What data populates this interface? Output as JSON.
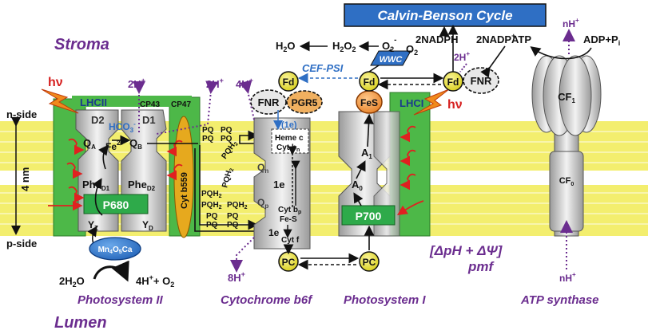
{
  "regions": {
    "stroma": "Stroma",
    "lumen": "Lumen",
    "n_side": "n-side",
    "p_side": "p-side",
    "thickness": "4 nm"
  },
  "calvin": "Calvin-Benson Cycle",
  "psii": {
    "title": "Photosystem II",
    "lhcii": "LHCII",
    "cp43": "CP43",
    "cp47": "CP47",
    "d2": "D2",
    "d1": "D1",
    "hco3": "HCO",
    "hco3_sub": "3",
    "hco3_sup": "-",
    "qa": "Q",
    "qa_sub": "A",
    "fe": "Fe",
    "fe_sup": "2+",
    "qb": "Q",
    "qb_sub": "B",
    "phe1": "Phe",
    "phe1_sub": "D1",
    "phe2": "Phe",
    "phe2_sub": "D2",
    "p680": "P680",
    "yz": "Y",
    "yz_sub": "Z",
    "yd": "Y",
    "yd_sub": "D",
    "cyt": "Cyt b559",
    "mn": "Mn",
    "mn_sub1": "4",
    "mn_o": "O",
    "mn_sub2": "5",
    "mn_ca": "Ca",
    "h2o": "2H",
    "h2o_sub": "2",
    "h2o_end": "O",
    "product": "4H",
    "product_sup": "+",
    "product_o": "+ O",
    "product_sub": "2",
    "hv": "hν",
    "h_top": "2H",
    "h_top_sup": "+"
  },
  "pq": {
    "pq": "PQ",
    "pqh2": "PQH",
    "pqh2_sub": "2",
    "h_top": "2H",
    "h_top_sup": "+"
  },
  "b6f": {
    "title": "Cytochrome b6f",
    "h_top": "4H",
    "h_top_sup": "+",
    "h_bottom": "8H",
    "h_bottom_sup": "+",
    "fnr": "FNR",
    "pgr5": "PGR5",
    "one_e_blue": "(1e)",
    "heme": "Heme c",
    "cytbn": "Cyt b",
    "cytbn_sub": "n",
    "qn": "Q",
    "qn_sub": "n",
    "qp": "Q",
    "qp_sub": "p",
    "one_e": "1e",
    "cytbp": "Cyt b",
    "cytbp_sub": "p",
    "fes": "Fe-S",
    "cytf": "Cyt f",
    "one_e2": "1e"
  },
  "psi": {
    "title": "Photosystem I",
    "lhci": "LHCI",
    "fes": "FeS",
    "a1": "A",
    "a1_sub": "1",
    "a0": "A",
    "a0_sub": "0",
    "p700": "P700",
    "hv": "hν"
  },
  "carriers": {
    "fd": "Fd",
    "pc": "PC",
    "fnr": "FNR",
    "cef": "CEF-PSI",
    "wwc": "WWC"
  },
  "top_chain": {
    "h2o": "H",
    "h2o_sub": "2",
    "h2o_end": "O",
    "h2o2": "H",
    "h2o2_sub1": "2",
    "h2o2_mid": "O",
    "h2o2_sub2": "2",
    "o2m": "O",
    "o2m_sub": "2",
    "o2m_sup": "-",
    "o2": "O",
    "o2_sub": "2",
    "nadph": "2NADPH",
    "nadp": "2NADP",
    "nadp_sup": "+",
    "h2": "2H",
    "h2_sup": "+"
  },
  "atp": {
    "title": "ATP synthase",
    "atp": "ATP",
    "adp": "ADP+P",
    "adp_sub": "i",
    "nh_top": "nH",
    "nh_top_sup": "+",
    "nh_bottom": "nH",
    "nh_bottom_sup": "+",
    "cf1": "CF",
    "cf1_sub": "1",
    "cf0": "CF",
    "cf0_sub": "0"
  },
  "pmf": {
    "formula": "[ΔpH + ΔΨ]",
    "label": "pmf"
  },
  "colors": {
    "membrane": "#f3ee6e",
    "lhc": "#4db848",
    "green_box": "#2eaa4a",
    "purple": "#6b2d8f",
    "calvin": "#2f6fc4",
    "carrier": "#e9e23a"
  }
}
